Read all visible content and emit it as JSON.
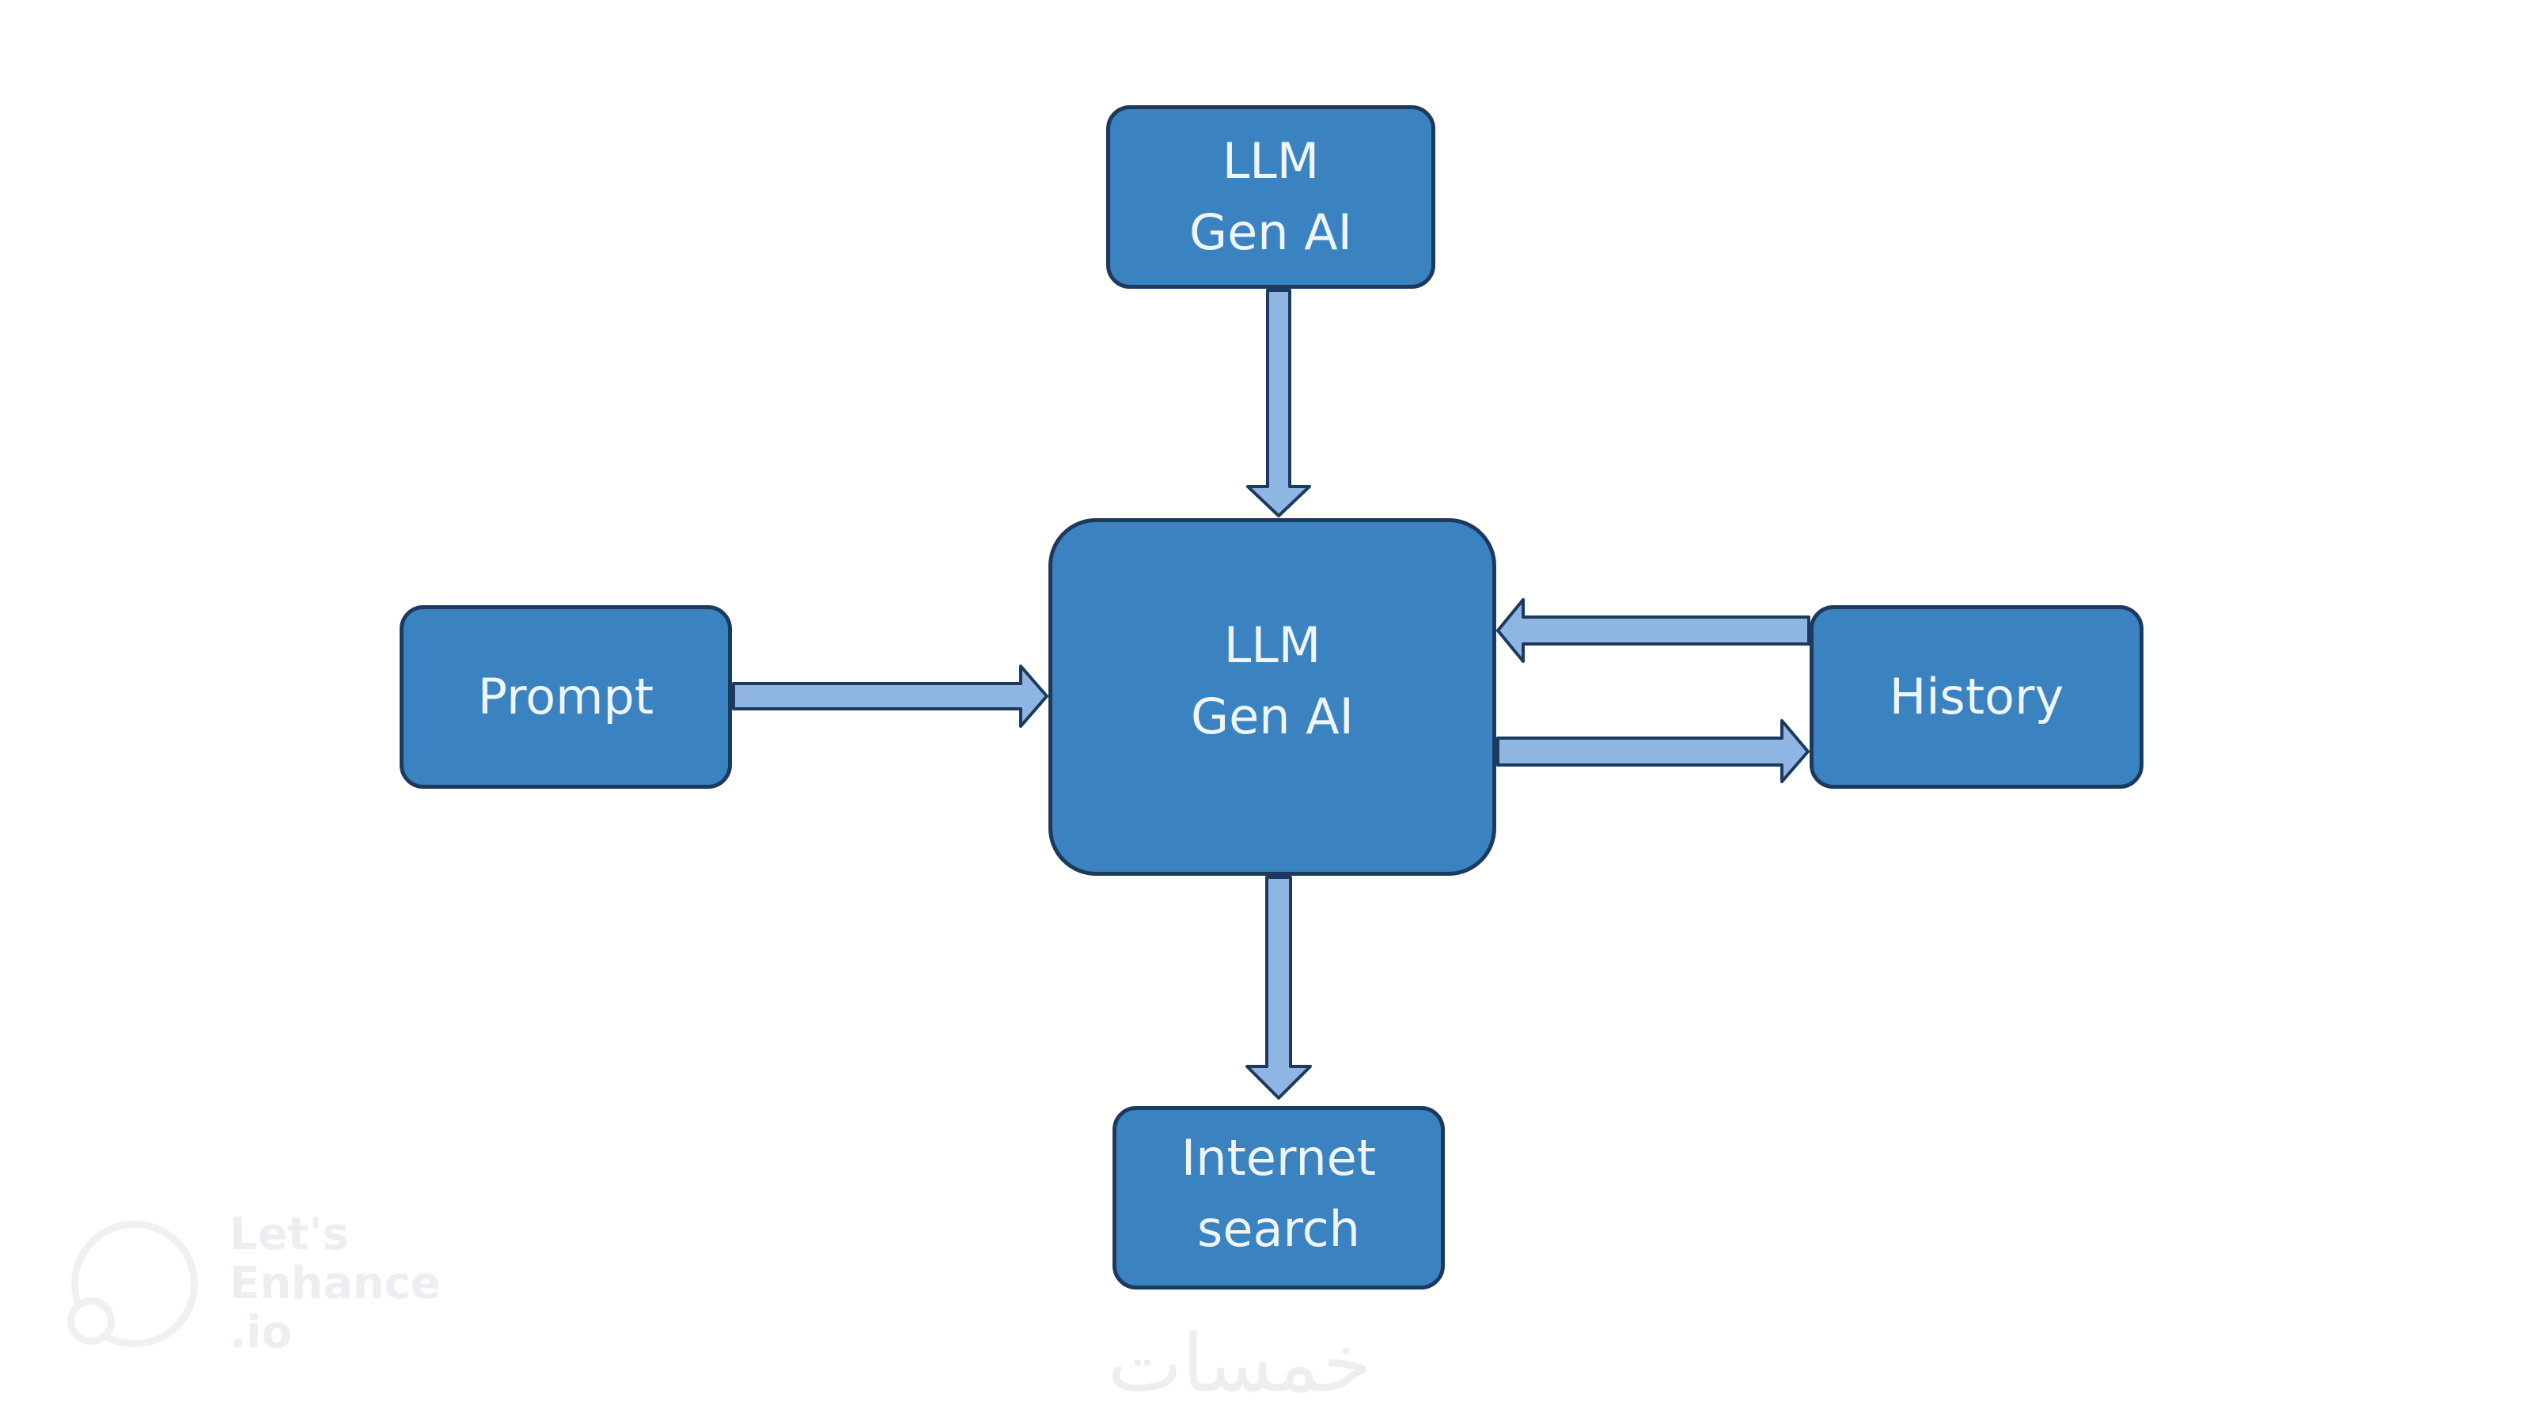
{
  "diagram": {
    "nodes": {
      "top": {
        "lines": [
          "LLM",
          "Gen AI"
        ]
      },
      "center": {
        "lines": [
          "LLM",
          "Gen AI"
        ]
      },
      "left": {
        "lines": [
          "Prompt"
        ]
      },
      "right": {
        "lines": [
          "History"
        ]
      },
      "bottom": {
        "lines": [
          "Internet",
          "search"
        ]
      }
    },
    "edges": [
      {
        "from": "top",
        "to": "center"
      },
      {
        "from": "left",
        "to": "center"
      },
      {
        "from": "right",
        "to": "center"
      },
      {
        "from": "center",
        "to": "right"
      },
      {
        "from": "center",
        "to": "bottom"
      }
    ]
  },
  "watermark": {
    "lines": [
      "Let's",
      "Enhance",
      ".io"
    ],
    "arabic": "خمسات"
  },
  "colors": {
    "node_fill": "#3b82c0",
    "node_border": "#1d3a5e",
    "arrow_fill": "#8fb6e3",
    "arrow_border": "#1d3a5e",
    "label": "#eef5fb"
  }
}
